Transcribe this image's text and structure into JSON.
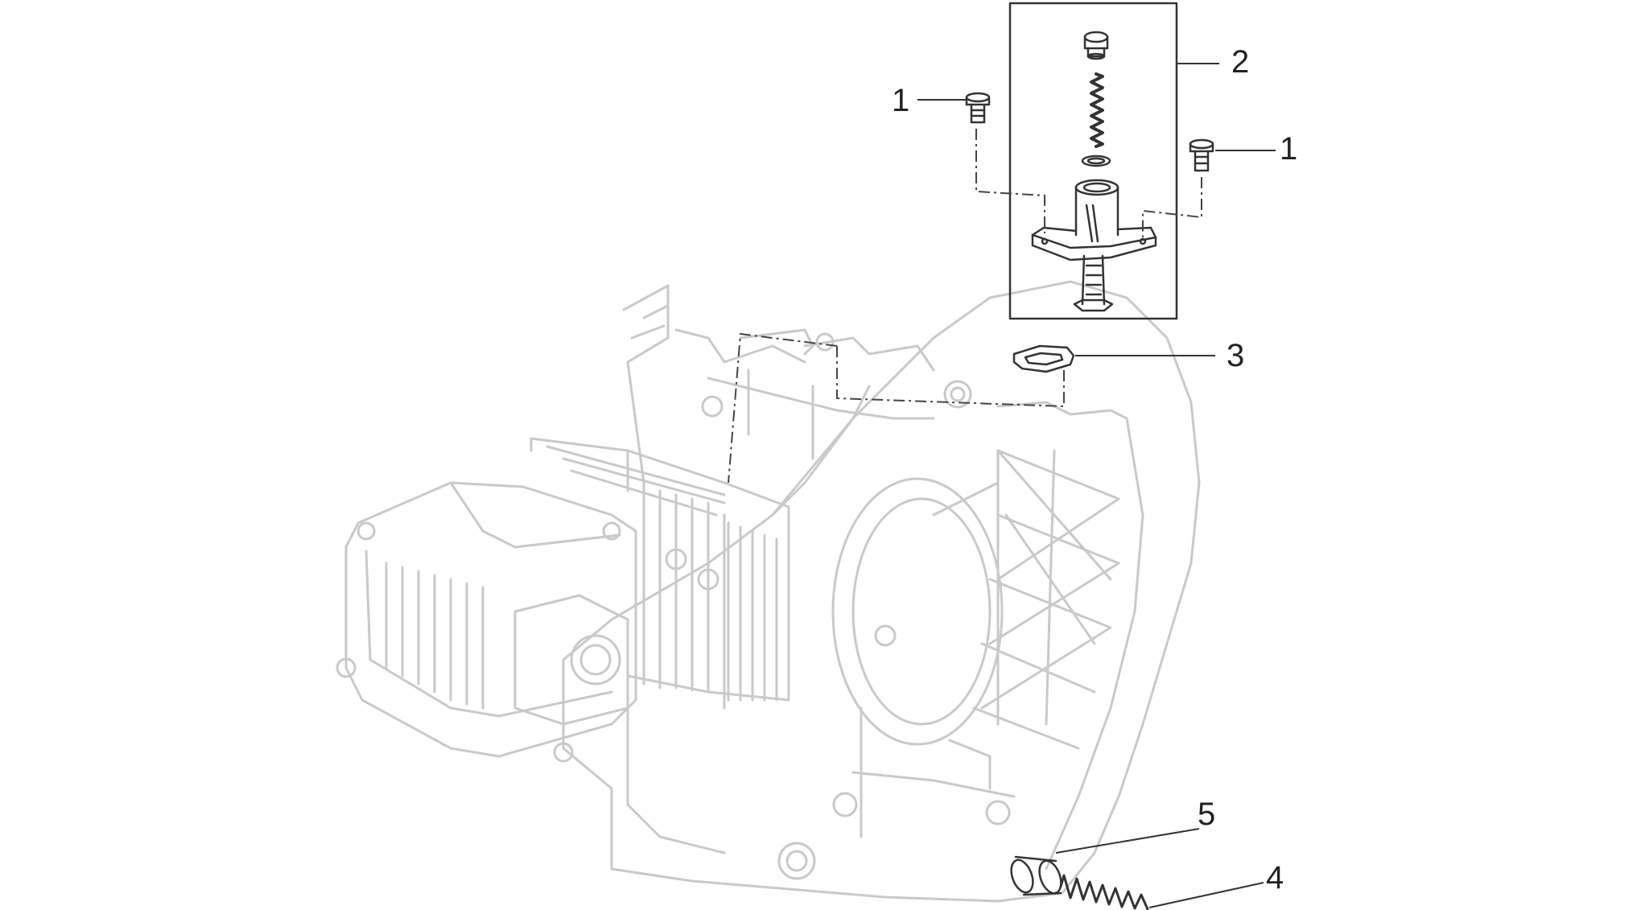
{
  "colors": {
    "engine_line": "#c9c9c9",
    "part_line": "#333333",
    "leader_line": "#333333",
    "background": "#ffffff"
  },
  "callouts": [
    {
      "id": "c1a",
      "label": "1"
    },
    {
      "id": "c1b",
      "label": "1"
    },
    {
      "id": "c2",
      "label": "2"
    },
    {
      "id": "c3",
      "label": "3"
    },
    {
      "id": "c4",
      "label": "4"
    },
    {
      "id": "c5",
      "label": "5"
    }
  ]
}
